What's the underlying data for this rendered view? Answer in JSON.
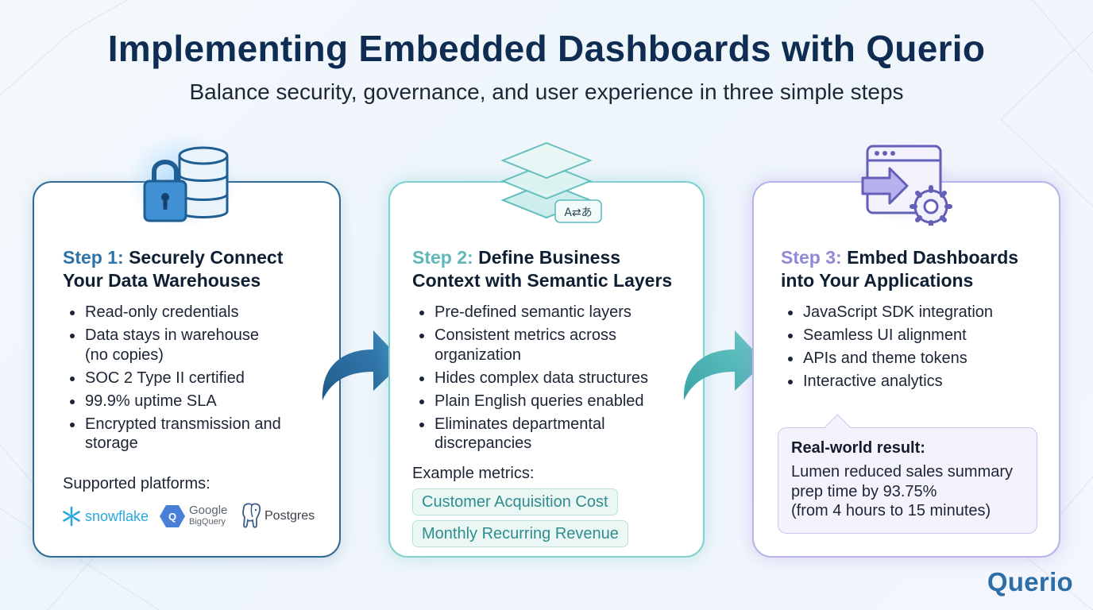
{
  "title": "Implementing Embedded Dashboards with Querio",
  "subtitle": "Balance security, governance, and user experience in three simple steps",
  "steps": [
    {
      "number_label": "Step 1:",
      "title_line1": "Securely Connect",
      "title_line2": "Your Data Warehouses",
      "icon": "database-lock-icon",
      "bullets": [
        [
          "Read-only credentials"
        ],
        [
          "Data stays in warehouse",
          "(no copies)"
        ],
        [
          "SOC 2 Type II certified"
        ],
        [
          "99.9% uptime SLA"
        ],
        [
          "Encrypted transmission and",
          "storage"
        ]
      ],
      "platforms_label": "Supported platforms:",
      "platforms": {
        "snowflake": "snowflake",
        "bigquery_top": "Google",
        "bigquery_bottom": "BigQuery",
        "bigquery_badge": "Q",
        "postgres": "Postgres"
      }
    },
    {
      "number_label": "Step 2:",
      "title_line1": "Define Business",
      "title_line2": "Context with Semantic Layers",
      "icon": "semantic-layers-icon",
      "icon_badge": "A⇄あ",
      "bullets": [
        [
          "Pre-defined semantic layers"
        ],
        [
          "Consistent metrics across",
          "organization"
        ],
        [
          "Hides complex data structures"
        ],
        [
          "Plain English queries enabled"
        ],
        [
          "Eliminates departmental",
          "discrepancies"
        ]
      ],
      "example_label": "Example metrics:",
      "metrics": [
        "Customer Acquisition Cost",
        "Monthly Recurring Revenue"
      ]
    },
    {
      "number_label": "Step 3:",
      "title_line1": "Embed Dashboards",
      "title_line2": "into Your Applications",
      "icon": "embed-window-gear-icon",
      "bullets": [
        [
          "JavaScript SDK integration"
        ],
        [
          "Seamless UI alignment"
        ],
        [
          "APIs and theme tokens"
        ],
        [
          "Interactive analytics"
        ]
      ],
      "result_heading": "Real-world result:",
      "result_lines": [
        "Lumen reduced sales summary",
        "prep time by 93.75%",
        "(from 4 hours to 15 minutes)"
      ]
    }
  ],
  "logo": "Querio",
  "colors": {
    "title": "#0f2d52",
    "step1_accent": "#2f72a6",
    "step2_accent": "#5fb7b8",
    "step3_accent": "#8f8ad6",
    "arrow1": "#2d6f9f",
    "arrow2": "#56b6b4",
    "logo": "#2e6ea6"
  }
}
